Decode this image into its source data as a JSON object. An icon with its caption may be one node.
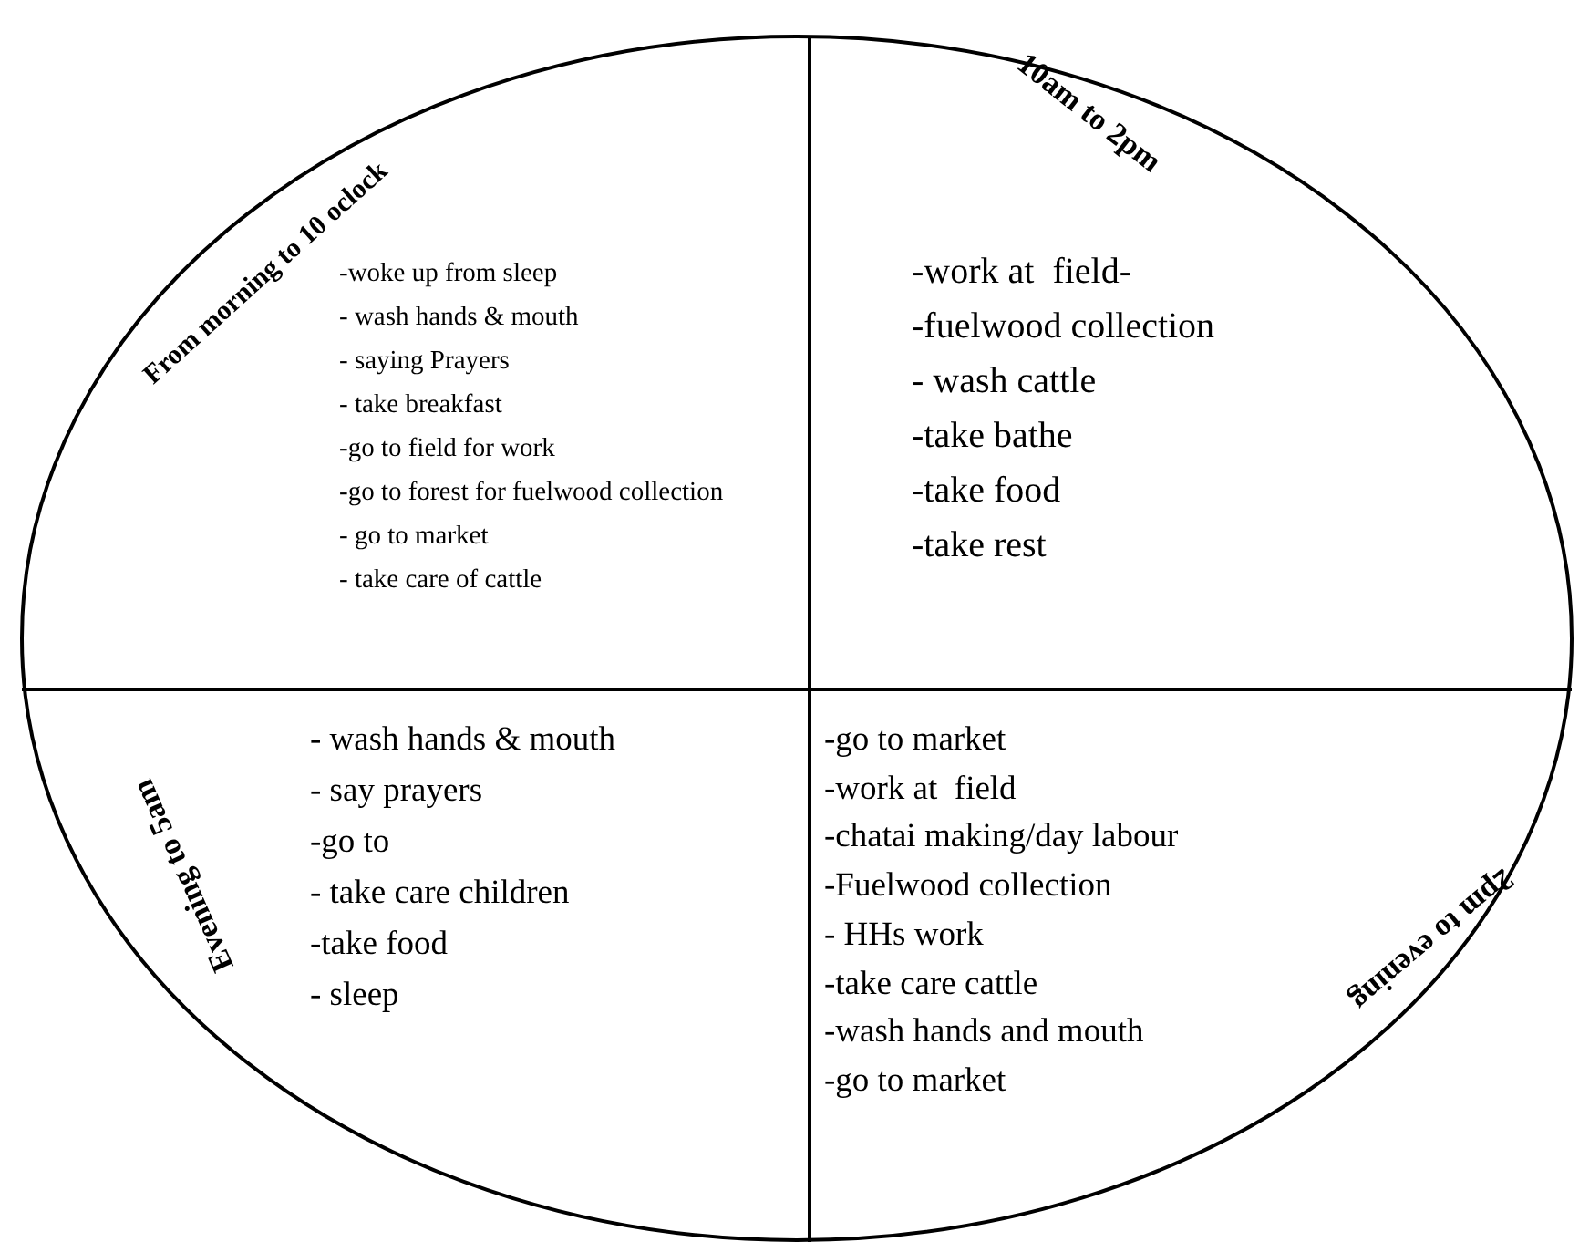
{
  "diagram": {
    "nodes": [
      {
        "text": [
          "From morning to 10 oclock",
          "-woke up from sleep",
          "- wash hands & mouth",
          "- saying Prayers",
          "- take breakfast",
          "-go to field for work",
          "-go to forest for fuelwood collection",
          "- go to market",
          "- take care of cattle"
        ]
      },
      {
        "text": [
          "10am to 2pm",
          "-work at  field-",
          "-fuelwood collection",
          "- wash cattle",
          "-take bathe",
          "-take food",
          "-take rest"
        ]
      },
      {
        "text": [
          "Evening to 5am",
          "- wash hands & mouth",
          "- say prayers",
          "-go to",
          "- take care children",
          "-take food",
          "- sleep"
        ]
      },
      {
        "text": [
          "2pm to evening",
          "-go to market",
          "-work at  field",
          "-chatai making/day labour",
          "-Fuelwood collection",
          "- HHs work",
          "-take care cattle",
          "-wash hands and mouth",
          "-go to market"
        ]
      }
    ]
  }
}
